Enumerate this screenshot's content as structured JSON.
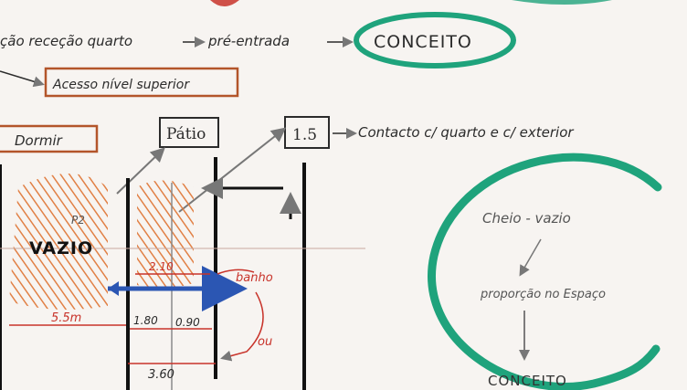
{
  "colors": {
    "paper": "#f7f4f1",
    "ink": "#2b2b2b",
    "orange": "#e07a3c",
    "red": "#c8332a",
    "green": "#1fa37c",
    "blue": "#2b56b3",
    "grey": "#8a8a8a",
    "box_brown": "#b3552a"
  },
  "notes": {
    "top_flow_1": "ção receção quarto",
    "top_flow_2": "pré-entrada",
    "concept_top": "CONCEITO",
    "acesso": "Acesso nível superior",
    "dormir": "Dormir",
    "patio": "Pátio",
    "ratio": "1.5",
    "contacto": "Contacto c/ quarto e c/ exterior",
    "vazio": "VAZIO",
    "p2": "P2"
  },
  "dimensions": {
    "d_2_10": "2.10",
    "d_5_5": "5.5m",
    "d_1_80": "1.80",
    "d_0_90": "0.90",
    "d_3_60": "3.60",
    "banho": "banho",
    "ou": "ou"
  },
  "diagram": {
    "cheio_vazio": "Cheio - vazio",
    "proporcao": "proporção no Espaço",
    "conceito": "CONCEITO"
  }
}
